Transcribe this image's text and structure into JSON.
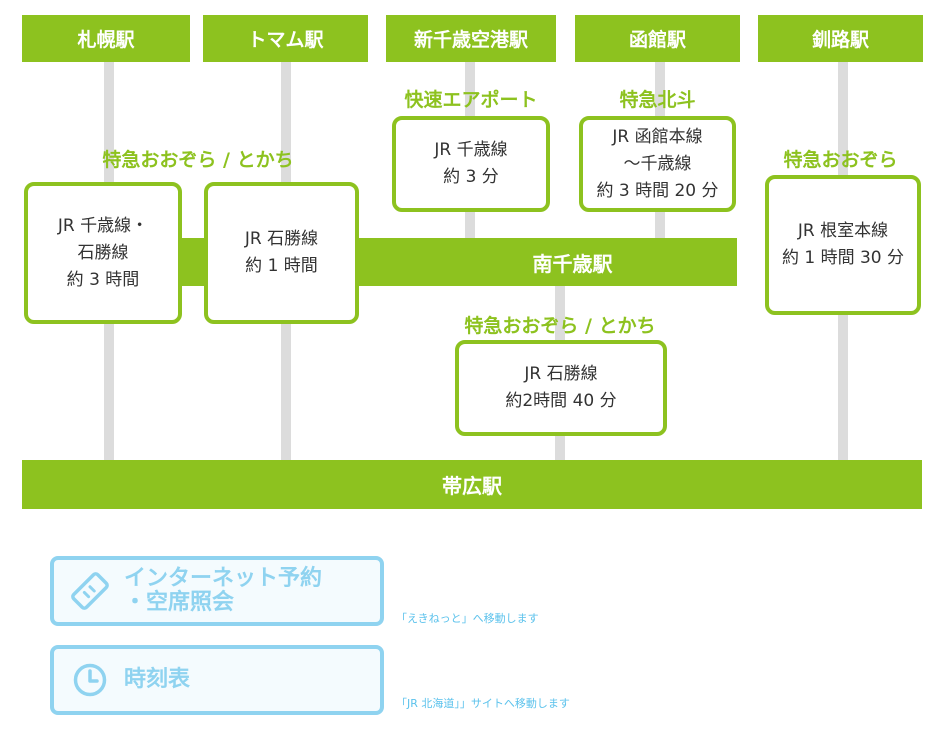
{
  "stations_top": [
    "札幌駅",
    "トマム駅",
    "新千歳空港駅",
    "函館駅",
    "釧路駅"
  ],
  "junction_station": "南千歳駅",
  "destination_station": "帯広駅",
  "trains": {
    "ozora_tokachi_top": "特急おおぞら / とかち",
    "airport": "快速エアポート",
    "hokuto": "特急北斗",
    "ozora": "特急おおぞら",
    "ozora_tokachi_bottom": "特急おおぞら / とかち"
  },
  "routes": {
    "sapporo": [
      "JR 千歳線・",
      "石勝線",
      "約 3 時間"
    ],
    "tomamu": [
      "JR 石勝線",
      "約 1 時間"
    ],
    "airport": [
      "JR 千歳線",
      "約 3 分"
    ],
    "hakodate": [
      "JR 函館本線",
      "～千歳線",
      "約 3 時間 20 分"
    ],
    "kushiro": [
      "JR 根室本線",
      "約 1 時間 30 分"
    ],
    "minamichitose": [
      "JR 石勝線",
      "約2時間 40 分"
    ]
  },
  "links": [
    {
      "label_line1": "インターネット予約",
      "label_line2": "・空席照会",
      "note": "「えきねっと」へ移動します",
      "icon": "ticket-icon"
    },
    {
      "label": "時刻表",
      "note": "「JR 北海道」」サイトへ移動します",
      "icon": "clock-icon"
    }
  ],
  "colors": {
    "green": "#8dc21f",
    "rail": "#dcdcdc",
    "link_blue": "#8fd3f0"
  }
}
